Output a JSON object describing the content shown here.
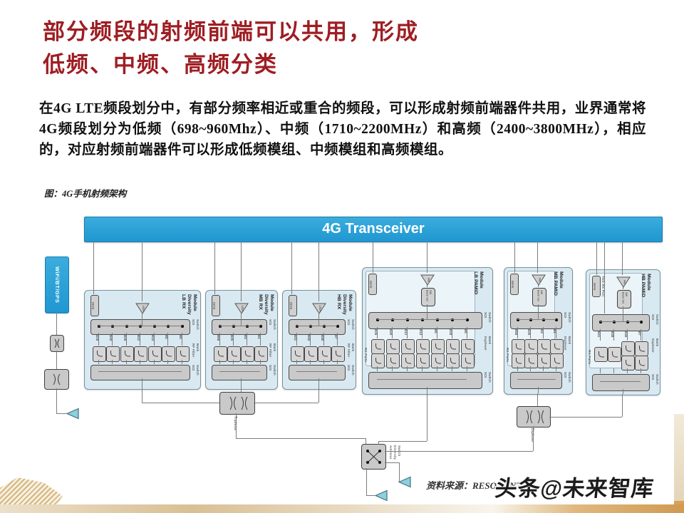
{
  "slide": {
    "title_line1": "部分频段的射频前端可以共用，形成",
    "title_line2": "低频、中频、高频分类",
    "body": "在4G LTE频段划分中，有部分频率相近或重合的频段，可以形成射频前端器件共用，业界通常将4G频段划分为低频（698~960Mhz）、中频（1710~2200MHz）和高频（2400~3800MHz），相应的，对应射频前端器件可以形成低频模组、中频模组和高频模组。",
    "figure_caption": "图：4G手机射频架构",
    "source_text": "资料来源：RESONANT ，",
    "watermark": "头条@未来智库"
  },
  "colors": {
    "title_red": "#9E1E23",
    "transceiver_blue": "#2EA2DA",
    "module_fill": "#D9E9F2",
    "module_border": "#76939F",
    "box_gray": "#C9C9C9",
    "antenna_fill": "#8CCFDF",
    "accent_gold": "#D8A158"
  },
  "diagram": {
    "transceiver_label": "4G Transceiver",
    "wifi_label": "WiFi/BT/GPS",
    "port_label": "RFFE",
    "lna_label": "LNA",
    "pa_label": "PA",
    "bandsel_label": "Band Sel SW",
    "switch_label": "SOI Switch",
    "filter_bank_label": "RF Filter Bank",
    "duplexer_bank_label": "Duplexer Bank",
    "rx_ports_label": "RX Ports",
    "tdd_label": "TDD RX Port",
    "triplexer_label": "Triplexer",
    "diplexer_label": "Diplexer",
    "ant_switch_label": "Antenna Diversity Switch",
    "modules": [
      {
        "id": "lb-rx-diversity-module",
        "title": "LB RX Diversity Module",
        "bands": [
          "B26",
          "B20",
          "B28",
          "B12",
          "B13",
          "B5",
          "B8"
        ]
      },
      {
        "id": "mb-rx-diversity-module",
        "title": "MB RX Diversity Module",
        "bands": [
          "B66",
          "B25",
          "B3",
          "B1"
        ]
      },
      {
        "id": "hb-rx-diversity-module",
        "title": "HB RX Diversity Module",
        "bands": [
          "B41",
          "B40",
          "B30",
          "B7"
        ]
      },
      {
        "id": "lb-pamid-module",
        "title": "LB PAMiD Module",
        "bands": [
          "B26",
          "B20",
          "B12",
          "B13",
          "B5",
          "B28",
          "B8"
        ]
      },
      {
        "id": "mb-pamid-module",
        "title": "MB PAMiD Module",
        "bands": [
          "B66",
          "B25",
          "B3",
          "B1"
        ]
      },
      {
        "id": "hb-pamid-module",
        "title": "HB PAMiD Module",
        "bands": [
          "B41",
          "B38",
          "B30",
          "B7"
        ]
      }
    ]
  }
}
